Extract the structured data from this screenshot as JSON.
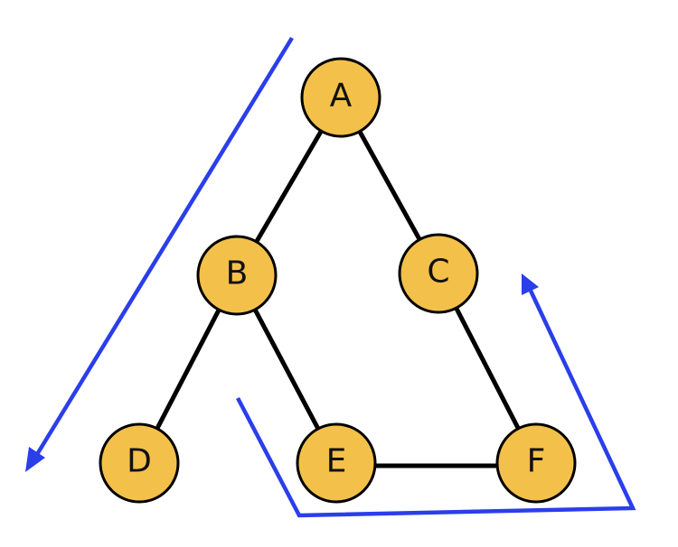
{
  "diagram": {
    "nodes": [
      {
        "id": "A",
        "label": "A"
      },
      {
        "id": "B",
        "label": "B"
      },
      {
        "id": "C",
        "label": "C"
      },
      {
        "id": "D",
        "label": "D"
      },
      {
        "id": "E",
        "label": "E"
      },
      {
        "id": "F",
        "label": "F"
      }
    ],
    "edges": [
      {
        "from": "A",
        "to": "B"
      },
      {
        "from": "A",
        "to": "C"
      },
      {
        "from": "B",
        "to": "D"
      },
      {
        "from": "B",
        "to": "E"
      },
      {
        "from": "C",
        "to": "F"
      },
      {
        "from": "E",
        "to": "F"
      }
    ],
    "colors": {
      "node_fill": "#F3C04A",
      "node_stroke": "#000000",
      "edge": "#000000",
      "arrow": "#2A3EEA"
    }
  }
}
